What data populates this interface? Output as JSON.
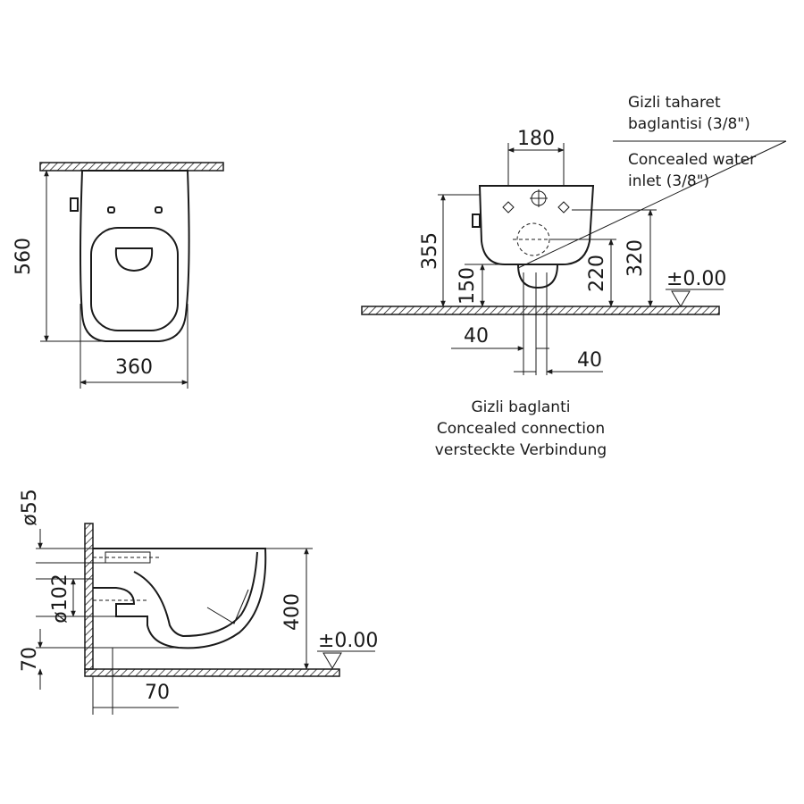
{
  "top_view": {
    "depth": "560",
    "width": "360"
  },
  "front_view": {
    "bolt_spacing": "180",
    "total_height": "355",
    "drain_height": "150",
    "inlet_height_220": "220",
    "inlet_height_320": "320",
    "floor_ref": "±0.00",
    "offset_left": "40",
    "offset_right": "40",
    "water_inlet_tr": "Gizli taharet",
    "water_inlet_tr2": "baglantisi (3/8\")",
    "water_inlet_en": "Concealed water",
    "water_inlet_en2": "inlet (3/8\")",
    "connection_tr": "Gizli baglanti",
    "connection_en": "Concealed connection",
    "connection_de": "versteckte Verbindung"
  },
  "side_view": {
    "pipe_small": "ø55",
    "pipe_large": "ø102",
    "bottom_offset": "70",
    "height": "400",
    "wall_offset": "70",
    "floor_ref": "±0.00"
  }
}
